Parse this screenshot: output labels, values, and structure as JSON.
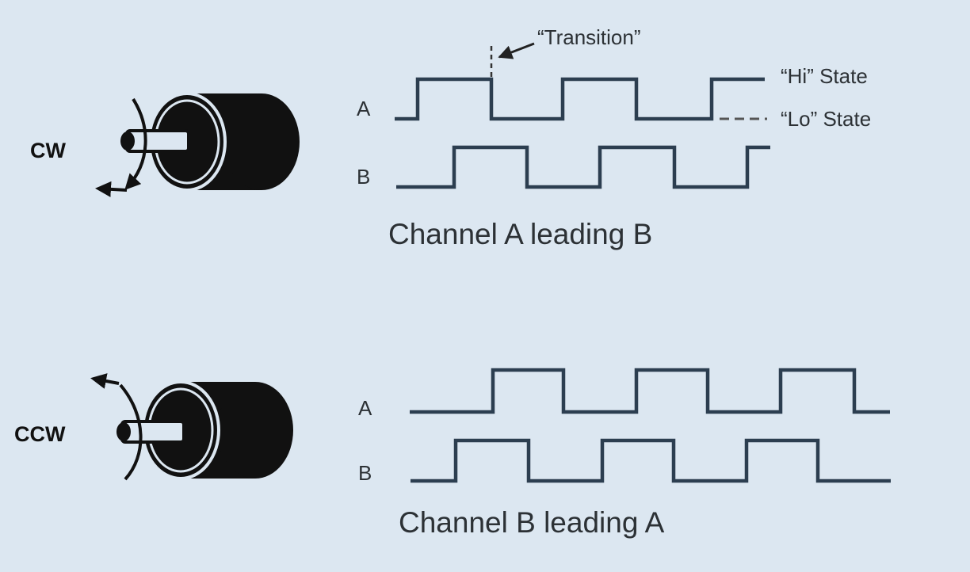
{
  "panels": {
    "cw": {
      "motor_label": "CW",
      "rotation": "clockwise",
      "channel_a_label": "A",
      "channel_b_label": "B",
      "caption": "Channel A leading B"
    },
    "ccw": {
      "motor_label": "CCW",
      "rotation": "counter-clockwise",
      "channel_a_label": "A",
      "channel_b_label": "B",
      "caption": "Channel B leading A"
    }
  },
  "annotations": {
    "transition": "“Transition”",
    "hi_state": "“Hi” State",
    "lo_state": "“Lo” State"
  },
  "colors": {
    "background": "#dce7f1",
    "waveform": "#2c3e50",
    "motor": "#111111",
    "text": "#2c3135"
  },
  "icons": [
    "motor-icon",
    "rotation-arrow-icon"
  ]
}
